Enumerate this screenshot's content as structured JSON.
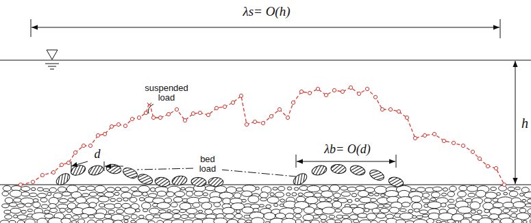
{
  "diagram": {
    "labels": [
      "λs= O(h)",
      "suspended load",
      "d",
      "bed load",
      "λb= O(d)",
      "h"
    ]
  }
}
